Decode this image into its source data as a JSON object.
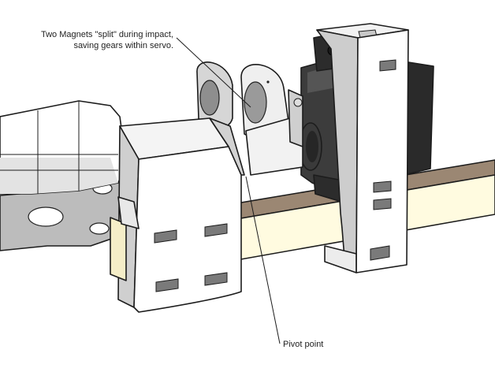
{
  "annotations": {
    "magnets_line1": "Two Magnets \"split\" during impact,",
    "magnets_line2": "saving gears within servo.",
    "pivot": "Pivot point"
  },
  "colors": {
    "background": "#ffffff",
    "part_white": "#ffffff",
    "part_shade": "#d9d9d9",
    "part_shade_dark": "#bdbdbd",
    "servo_dark": "#3a3a3a",
    "servo_black": "#1f1f1f",
    "wood_top": "#9b8773",
    "wood_face": "#fffbe0",
    "bracket_grey": "#b9b9b9"
  }
}
